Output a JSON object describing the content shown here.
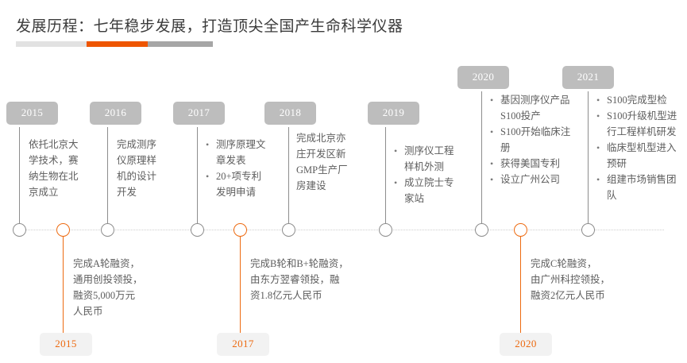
{
  "title": {
    "text": "发展历程：七年稳步发展，打造顶尖全国产生命科学仪器",
    "rule_colors": [
      "#e2e2e2",
      "#ee5500",
      "#a6a6a6"
    ]
  },
  "colors": {
    "accent_orange": "#ed6a10",
    "chip_gray": "#bdbdbd",
    "chip_light": "#f2f2f2",
    "text_gray": "#5d5d5d",
    "node_gray": "#8d8d8d"
  },
  "milestones": [
    {
      "year": "2015",
      "bulleted": false,
      "items": [
        "依托北京大学技术，赛纳生物在北京成立"
      ]
    },
    {
      "year": "2016",
      "bulleted": false,
      "items": [
        "完成测序仪原理样机的设计开发"
      ]
    },
    {
      "year": "2017",
      "bulleted": true,
      "items": [
        "测序原理文章发表",
        "20+项专利发明申请"
      ]
    },
    {
      "year": "2018",
      "bulleted": false,
      "items": [
        "完成北京亦庄开发区新GMP生产厂房建设"
      ]
    },
    {
      "year": "2019",
      "bulleted": true,
      "items": [
        "测序仪工程样机外测",
        "成立院士专家站"
      ]
    },
    {
      "year": "2020",
      "bulleted": true,
      "items": [
        "基因测序仪产品S100投产",
        "S100开始临床注册",
        "获得美国专利",
        "设立广州公司"
      ]
    },
    {
      "year": "2021",
      "bulleted": true,
      "items": [
        "S100完成型检",
        "S100升级机型进行工程样机研发",
        "临床型机型进入预研",
        "组建市场销售团队"
      ]
    }
  ],
  "fundings": [
    {
      "year": "2015",
      "lines": [
        "完成A轮融资，",
        "通用创投领投，",
        "融资5,000万元",
        "人民币"
      ]
    },
    {
      "year": "2017",
      "lines": [
        "完成B轮和B+轮融资，",
        "由东方翌睿领投，融",
        "资1.8亿元人民币"
      ]
    },
    {
      "year": "2020",
      "lines": [
        "完成C轮融资，",
        "由广州科控领投，",
        "融资2亿元人民币"
      ]
    }
  ],
  "axis_nodes": [
    {
      "kind": "gray"
    },
    {
      "kind": "orange"
    },
    {
      "kind": "gray"
    },
    {
      "kind": "gray"
    },
    {
      "kind": "orange"
    },
    {
      "kind": "gray"
    },
    {
      "kind": "gray"
    },
    {
      "kind": "gray"
    },
    {
      "kind": "orange"
    },
    {
      "kind": "gray"
    }
  ]
}
